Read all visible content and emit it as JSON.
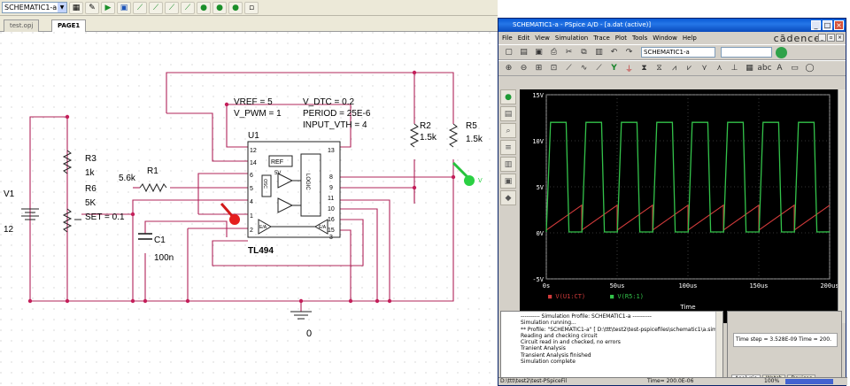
{
  "editor": {
    "schematic_select": "SCHEMATIC1-a",
    "tabs": [
      "test.opj",
      "PAGE1"
    ]
  },
  "schematic": {
    "params": {
      "vref": "VREF = 5",
      "vpwm": "V_PWM = 1",
      "vdtc": "V_DTC = 0.2",
      "period": "PERIOD = 25E-6",
      "input_vth": "INPUT_VTH = 4"
    },
    "parts": {
      "u1": "U1",
      "u1_model": "TL494",
      "v1": "V1",
      "v1_val": "12",
      "r1": "R1",
      "r1_val": "5.6k",
      "r2": "R2",
      "r2_val": "1.5k",
      "r3": "R3",
      "r3_val": "1k",
      "r5": "R5",
      "r5_val": "1.5k",
      "r6": "R6",
      "r6_val": "5K",
      "r6_set": "SET = 0.1",
      "c1": "C1",
      "c1_val": "100n",
      "gnd": "0",
      "probe_v": "V"
    },
    "ic": {
      "ref": "REF",
      "logic": "LOGIC",
      "osc": "OSC",
      "pins_left": [
        "12",
        "14",
        "6",
        "5",
        "4",
        "1",
        "2"
      ],
      "pins_right": [
        "13",
        "8",
        "9",
        "11",
        "10",
        "16",
        "15",
        "3"
      ],
      "ea1": "E/A",
      "ea2": "E/A",
      "lbl_5v": "5V"
    }
  },
  "pspice": {
    "title": "SCHEMATIC1-a - PSpice A/D - [a.dat (active)]",
    "menu": [
      "File",
      "Edit",
      "View",
      "Simulation",
      "Trace",
      "Plot",
      "Tools",
      "Window",
      "Help"
    ],
    "brand": "cādence",
    "profile": "SCHEMATIC1-a",
    "messages": [
      "---------- Simulation Profile:  SCHEMATIC1-a  ----------",
      "Simulation running...",
      "** Profile: \"SCHEMATIC1-a\"  [ D:\\ttt\\test2\\test-pspicefiles\\schematic1\\a.sim ]",
      "Reading and checking circuit",
      "Circuit read in and checked, no errors",
      "Tranient Analysis",
      "Transient Analysis finished",
      "Simulation complete"
    ],
    "status_box": "Time step =  3.528E-09     Time =  200.",
    "status_tabs": [
      "Analysis",
      "Watch",
      "Devices"
    ],
    "statusbar": {
      "path": "D:\\ttt\\test2\\test-PSpiceFil",
      "time": "Time= 200.0E-06",
      "pct": "100%"
    }
  },
  "chart_data": {
    "type": "line",
    "xlabel": "Time",
    "ylim": [
      -5,
      15
    ],
    "xlim": [
      0,
      200
    ],
    "x_ticks": [
      "0s",
      "50us",
      "100us",
      "150us",
      "200us"
    ],
    "y_ticks": [
      "15V",
      "10V",
      "5V",
      "0V",
      "-5V"
    ],
    "grid": true,
    "legend_position": "bottom-left",
    "series": [
      {
        "name": "V(U1:CT)",
        "color": "#d23b3b",
        "kind": "sawtooth",
        "period_us": 25,
        "min": 0.3,
        "max": 3.0
      },
      {
        "name": "V(R5:1)",
        "color": "#33c24a",
        "kind": "pulse",
        "start_low_us": 0,
        "high_level": 12,
        "low_level": 0.1,
        "transitions_us": [
          [
            0,
            3,
            12
          ],
          [
            14,
            16,
            0.1
          ],
          [
            25.2,
            28,
            12
          ],
          [
            39,
            41,
            0.1
          ],
          [
            50.2,
            53,
            12
          ],
          [
            64,
            66,
            0.1
          ],
          [
            75.2,
            78,
            12
          ],
          [
            89,
            91,
            0.1
          ],
          [
            100.2,
            103,
            12
          ],
          [
            114,
            116,
            0.1
          ],
          [
            125.2,
            128,
            12
          ],
          [
            139,
            141,
            0.1
          ],
          [
            150.2,
            153,
            12
          ],
          [
            164,
            166,
            0.1
          ],
          [
            175.2,
            178,
            12
          ],
          [
            189,
            191,
            0.1
          ]
        ]
      }
    ]
  }
}
